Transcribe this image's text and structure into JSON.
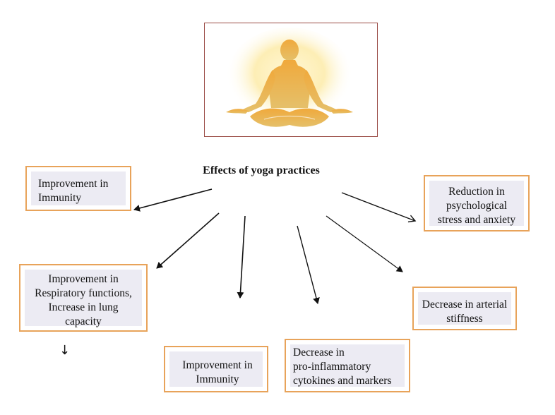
{
  "diagram": {
    "title": "Effects of yoga practices",
    "boxes": {
      "immunity_top": "Improvement in\nImmunity",
      "respiratory": "Improvement in\nRespiratory functions,\nIncrease in lung\ncapacity",
      "immunity_bottom": "Improvement in\nImmunity",
      "inflammatory": "Decrease in\npro-inflammatory\ncytokines and markers",
      "arterial": "Decrease in arterial\nstiffness",
      "stress": "Reduction in\npsychological\nstress and anxiety"
    },
    "stray_arrow": "↓",
    "colors": {
      "box_border": "#e8a35a",
      "box_fill": "#ecebf3",
      "image_border": "#9a4b45",
      "figure": "#e0a23c",
      "glow": "#fbe7a6"
    },
    "image": "meditating-figure"
  }
}
